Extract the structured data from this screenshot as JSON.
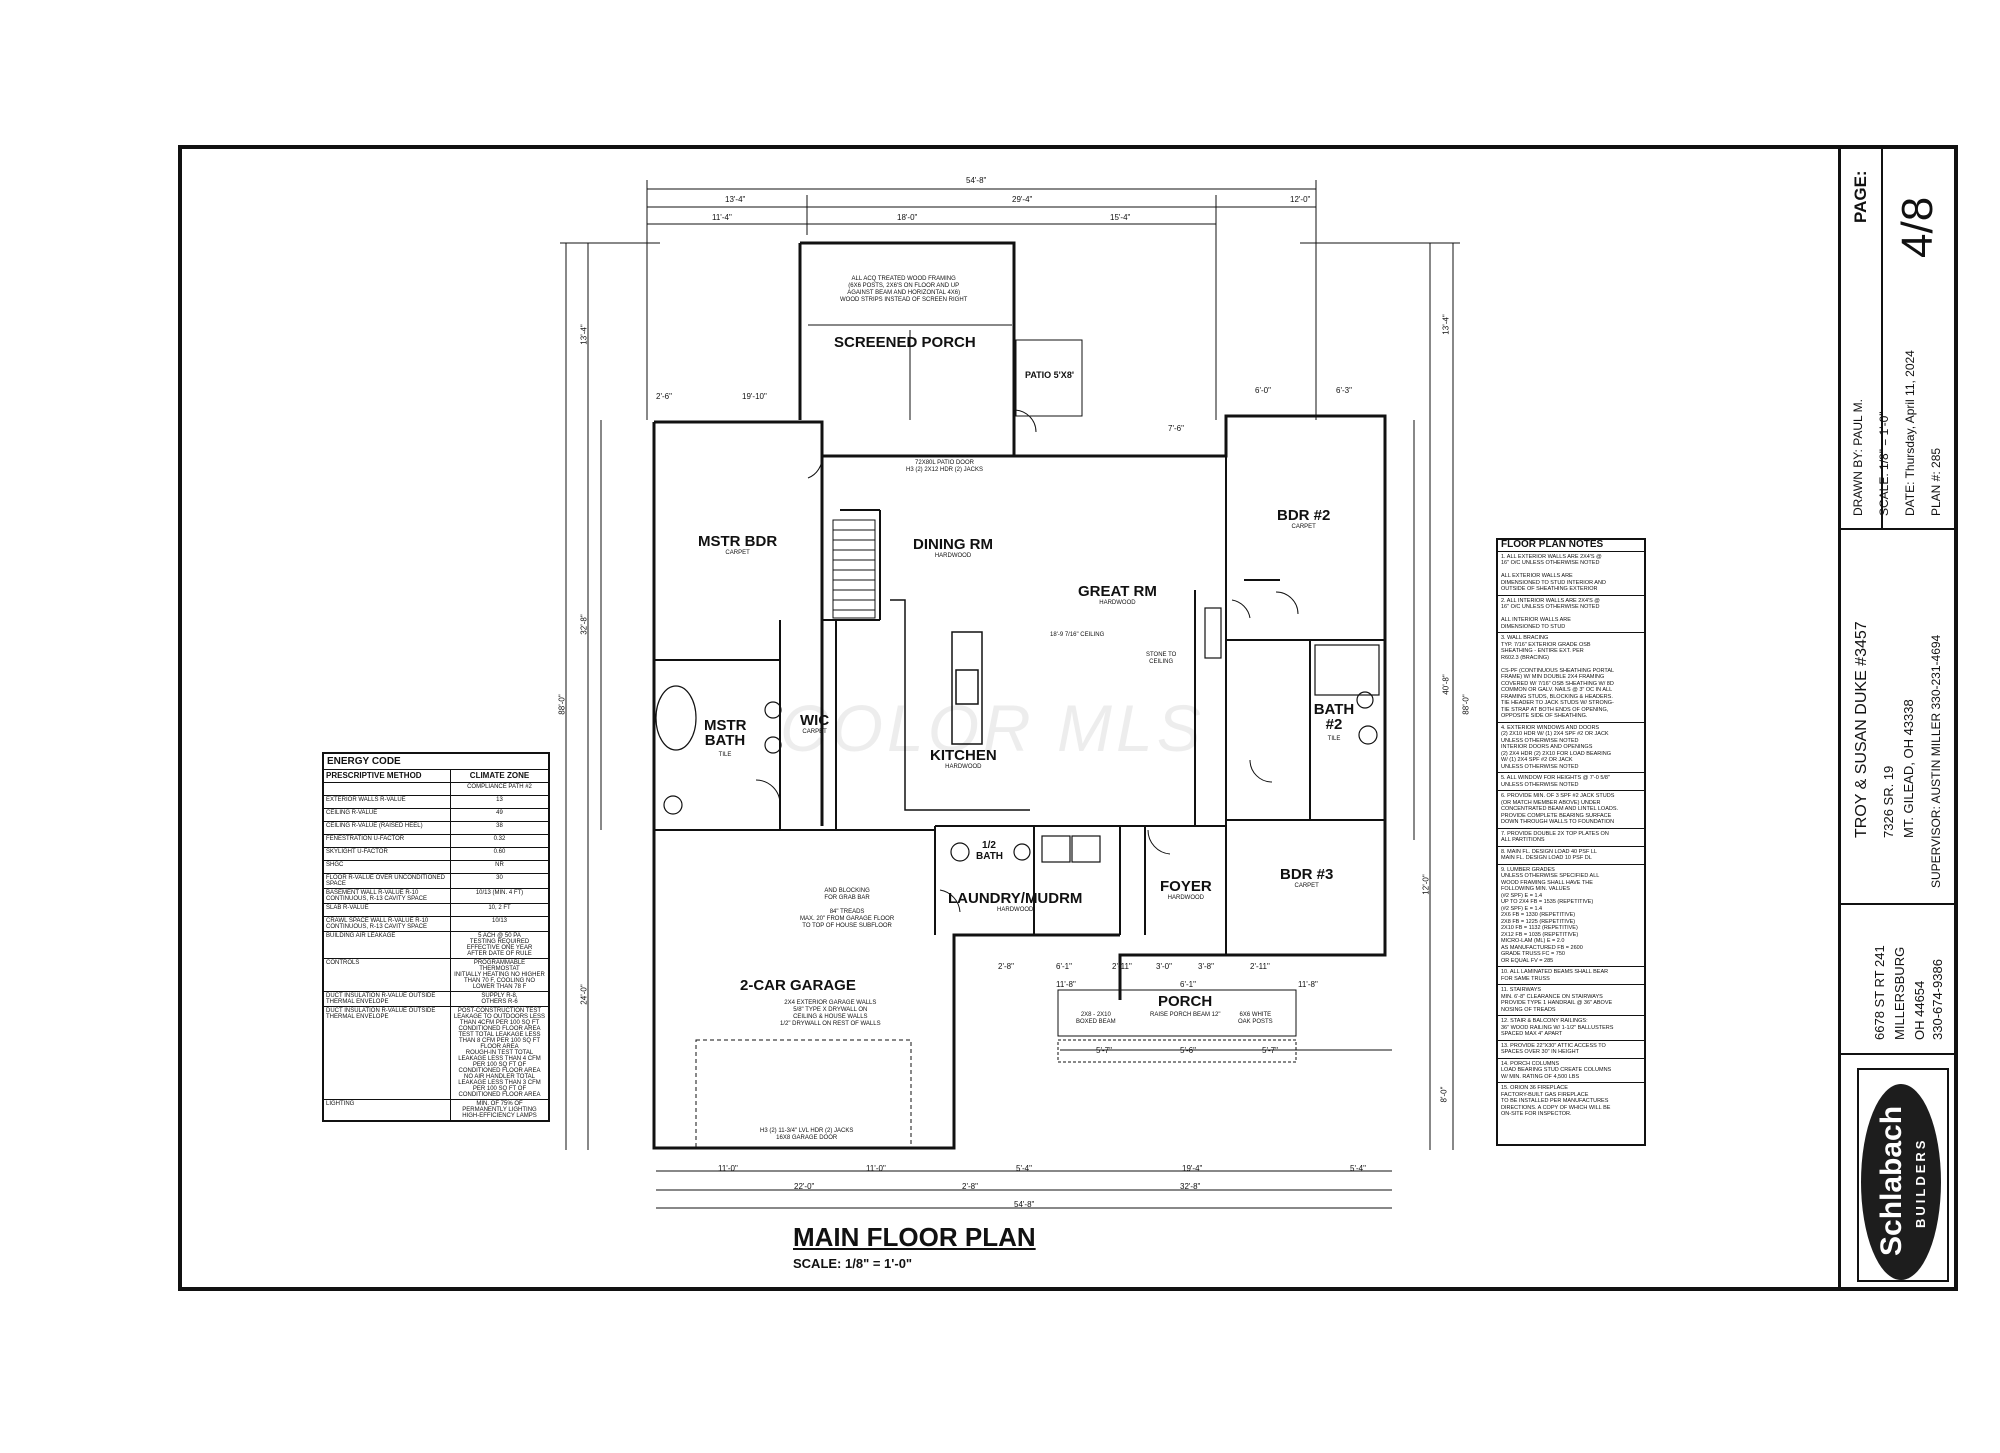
{
  "page": {
    "label": "PAGE:",
    "number": "4/8"
  },
  "drawn_by": "DRAWN BY: PAUL M.",
  "scale": "SCALE: 1/8\" = 1'-0\"",
  "date": "DATE: Thursday, April 11, 2024",
  "plan_no": "PLAN #: 285",
  "client": {
    "name": "TROY & SUSAN DUKE #3457",
    "address1": "7326 SR. 19",
    "address2": "MT. GILEAD, OH 43338",
    "supervisor": "SUPERVISOR: AUSTIN MILLER 330-231-4694"
  },
  "builder": {
    "addr1": "6678 ST RT 241",
    "addr2": "MILLERSBURG",
    "addr3": "OH 44654",
    "phone": "330-674-9386",
    "logo_main": "Schlabach",
    "logo_sub": "BUILDERS"
  },
  "title": "MAIN FLOOR PLAN",
  "title_scale": "SCALE: 1/8\" = 1'-0\"",
  "watermark": "COLOR MLS",
  "rooms": {
    "screened_porch": "SCREENED PORCH",
    "patio": "PATIO 5'X8'",
    "mstr_bdr": "MSTR BDR",
    "mstr_bdr_floor": "CARPET",
    "dining": "DINING RM",
    "dining_floor": "HARDWOOD",
    "great": "GREAT RM",
    "great_floor": "HARDWOOD",
    "bdr2": "BDR #2",
    "bdr2_floor": "CARPET",
    "mstr_bath": "MSTR BATH",
    "mstr_bath_floor": "TILE",
    "wic": "WIC",
    "wic_floor": "CARPET",
    "kitchen": "KITCHEN",
    "kitchen_floor": "HARDWOOD",
    "bath2": "BATH #2",
    "bath2_floor": "TILE",
    "half_bath": "1/2 BATH",
    "laundry": "LAUNDRY/MUDRM",
    "laundry_floor": "HARDWOOD",
    "foyer": "FOYER",
    "foyer_floor": "HARDWOOD",
    "bdr3": "BDR #3",
    "bdr3_floor": "CARPET",
    "garage": "2-CAR GARAGE",
    "porch": "PORCH"
  },
  "dims": {
    "overall_top": "54'-8\"",
    "top_a": "13'-4\"",
    "top_b": "29'-4\"",
    "top_c": "12'-0\"",
    "top_d": "11'-4\"",
    "top_e": "18'-0\"",
    "top_f": "15'-4\"",
    "left_1": "13'-4\"",
    "left_2": "32'-8\"",
    "left_3": "88'-0\"",
    "left_4": "24'-0\"",
    "right_1": "13'-4\"",
    "right_2": "40'-8\"",
    "right_3": "88'-0\"",
    "right_4": "12'-0\"",
    "right_5": "8'-0\"",
    "bot_1": "11'-0\"",
    "bot_2": "11'-0\"",
    "bot_3": "22'-0\"",
    "bot_4": "5'-4\"",
    "bot_5": "19'-4\"",
    "bot_6": "5'-4\"",
    "bot_7": "32'-8\"",
    "bot_8": "54'-8\"",
    "bot_9": "2'-8\"",
    "porch_1": "5'-7\"",
    "porch_2": "5'-6\"",
    "porch_3": "5'-7\"",
    "mid_1": "19'-10\"",
    "mid_2": "2'-6\"",
    "mid_3": "6'-0\"",
    "mid_4": "6'-3\"",
    "mid_5": "7'-6\"",
    "fr_1": "2'-8\"",
    "fr_2": "6'-1\"",
    "fr_3": "2'-11\"",
    "fr_4": "3'-0\"",
    "fr_5": "3'-8\"",
    "fr_6": "2'-11\"",
    "fr_7": "11'-8\"",
    "fr_8": "6'-1\"",
    "fr_9": "11'-8\""
  },
  "notes": {
    "screened": "ALL ACQ TREATED WOOD FRAMING\n(6X6 POSTS, 2X6'S ON FLOOR AND UP\nAGAINST BEAM AND HORIZONTAL 4X6)\nWOOD STRIPS INSTEAD OF SCREEN RIGHT",
    "ceiling": "18'-9 7/16\" CEILING",
    "stone": "STONE TO\nCEILING",
    "patio_door": "72X80L PATIO DOOR\nH3 (2) 2X12 HDR (2) JACKS",
    "garage_wall": "2X4 EXTERIOR GARAGE WALLS\n5/8\" TYPE X DRYWALL ON\nCEILING & HOUSE WALLS\n1/2\" DRYWALL ON REST OF WALLS",
    "garage_door": "H3 (2) 11-3/4\" LVL HDR (2) JACKS\n16X8 GARAGE DOOR",
    "treads": "AND BLOCKING\nFOR GRAB BAR\n\n84\" TREADS\nMAX. 20\" FROM GARAGE FLOOR\nTO TOP OF HOUSE SUBFLOOR",
    "porch_beam": "RAISE PORCH BEAM 12\"",
    "porch_posts": "6X6 WHITE\nOAK POSTS",
    "porch_boxed": "2X8 - 2X10\nBOXED BEAM"
  },
  "energy": {
    "title": "ENERGY CODE",
    "head": [
      "PRESCRIPTIVE METHOD",
      "CLIMATE ZONE"
    ],
    "rows": [
      [
        "",
        "COMPLIANCE PATH #2"
      ],
      [
        "EXTERIOR WALLS R-VALUE",
        "13"
      ],
      [
        "CEILING R-VALUE",
        "49"
      ],
      [
        "CEILING R-VALUE (RAISED HEEL)",
        "38"
      ],
      [
        "FENESTRATION U-FACTOR",
        "0.32"
      ],
      [
        "SKYLIGHT U-FACTOR",
        "0.60"
      ],
      [
        "SHGC",
        "NR"
      ],
      [
        "FLOOR R-VALUE OVER UNCONDITIONED SPACE",
        "30"
      ],
      [
        "BASEMENT WALL R-VALUE R-10 CONTINUOUS, R-13 CAVITY SPACE",
        "10/13 (MIN. 4 FT)"
      ],
      [
        "SLAB R-VALUE",
        "10, 2 FT"
      ],
      [
        "CRAWL SPACE WALL R-VALUE R-10 CONTINUOUS, R-13 CAVITY SPACE",
        "10/13"
      ],
      [
        "BUILDING AIR LEAKAGE",
        "5 ACH @ 50 PA\nTESTING REQUIRED\nEFFECTIVE ONE YEAR\nAFTER DATE OF RULE"
      ],
      [
        "CONTROLS",
        "PROGRAMMABLE THERMOSTAT\nINITIALLY HEATING NO HIGHER\nTHAN 70 F, COOLING NO\nLOWER THAN 78 F"
      ],
      [
        "DUCT INSULATION R-VALUE OUTSIDE THERMAL ENVELOPE",
        "SUPPLY R-8,\nOTHERS R-6"
      ],
      [
        "DUCT INSULATION R-VALUE OUTSIDE THERMAL ENVELOPE",
        "POST-CONSTRUCTION TEST\nLEAKAGE TO OUTDOORS LESS\nTHAN 4CFM PER 100 SQ FT\nCONDITIONED FLOOR AREA\nTEST TOTAL LEAKAGE LESS\nTHAN 8 CFM PER 100 SQ FT\nFLOOR AREA\nROUGH-IN TEST TOTAL\nLEAKAGE LESS THAN 4 CFM\nPER 100 SQ FT OF\nCONDITIONED FLOOR AREA\nNO AIR HANDLER TOTAL\nLEAKAGE LESS THAN 3 CFM\nPER 100 SQ FT OF\nCONDITIONED FLOOR AREA"
      ],
      [
        "LIGHTING",
        "MIN. OF 75% OF\nPERMANENTLY LIGHTING\nHIGH-EFFICIENCY LAMPS"
      ]
    ]
  },
  "floor_notes": {
    "title": "FLOOR PLAN NOTES",
    "items": [
      "1. ALL EXTERIOR WALLS ARE 2X4'S @\n16\" O/C UNLESS OTHERWISE NOTED\n\nALL EXTERIOR WALLS ARE\nDIMENSIONED TO STUD INTERIOR AND\nOUTSIDE OF SHEATHING EXTERIOR",
      "2. ALL INTERIOR WALLS ARE 2X4'S @\n16\" O/C UNLESS OTHERWISE NOTED\n\nALL INTERIOR WALLS ARE\nDIMENSIONED TO STUD",
      "3. WALL BRACING\nTYP. 7/16\" EXTERIOR GRADE OSB\nSHEATHING - ENTIRE EXT. PER\nR602.3 (BRACING)\n\nCS-PF (CONTINUOUS SHEATHING PORTAL\nFRAME) W/ MIN DOUBLE 2X4 FRAMING\nCOVERED W/ 7/16\" OSB SHEATHING W/ 8D\nCOMMON OR GALV. NAILS @ 3\" OC IN ALL\nFRAMING STUDS, BLOCKING & HEADERS.\nTIE HEADER TO JACK STUDS W/ STRONG-\nTIE STRAP AT BOTH ENDS OF OPENING,\nOPPOSITE SIDE OF SHEATHING.",
      "4. EXTERIOR WINDOWS AND DOORS\n(2) 2X10 HDR W/ (1) 2X4 SPF #2 OR JACK\nUNLESS OTHERWISE NOTED\nINTERIOR DOORS AND OPENINGS\n(2) 2X4 HDR (2) 2X10 FOR LOAD BEARING\nW/ (1) 2X4 SPF #2 OR JACK\nUNLESS OTHERWISE NOTED",
      "5. ALL WINDOW FOR HEIGHTS @ 7'-0 5/8\"\nUNLESS OTHERWISE NOTED",
      "6. PROVIDE MIN. OF 3 SPF #2 JACK STUDS\n(OR MATCH MEMBER ABOVE) UNDER\nCONCENTRATED BEAM AND LINTEL LOADS.\nPROVIDE COMPLETE BEARING SURFACE\nDOWN THROUGH WALLS TO FOUNDATION",
      "7. PROVIDE DOUBLE 2X TOP PLATES ON\nALL PARTITIONS",
      "8. MAIN FL. DESIGN LOAD 40 PSF LL\nMAIN FL. DESIGN LOAD 10 PSF DL",
      "9. LUMBER GRADES\nUNLESS OTHERWISE SPECIFIED ALL\nWOOD FRAMING SHALL HAVE THE\nFOLLOWING MIN. VALUES\n(#2 SPF)    E = 1.4\nUP TO 2X4   FB = 1535 (REPETITIVE)\n(#2 SPF)    E = 1.4\n2X6         FB = 1330 (REPETITIVE)\n2X8         FB = 1225 (REPETITIVE)\n2X10        FB = 1132 (REPETITIVE)\n2X12        FB = 1035 (REPETITIVE)\nMICRO-LAM (ML)  E = 2.0\nAS MANUFACTURED  FB = 2600\nGRADE TRUSS     FC = 750\nOR EQUAL        FV = 285",
      "10. ALL LAMINATED BEAMS SHALL BEAR\nFOR SAME TRUSS",
      "11. STAIRWAYS\nMIN. 6'-8\" CLEARANCE ON STAIRWAYS\nPROVIDE TYPE 1 HANDRAIL @ 36\" ABOVE\nNOSING OF TREADS",
      "12. STAIR & BALCONY RAILINGS:\n36\" WOOD RAILING W/ 1-1/2\" BALLUSTERS\nSPACED MAX 4\" APART",
      "13. PROVIDE 22\"X30\" ATTIC ACCESS TO\nSPACES OVER 30\" IN HEIGHT",
      "14. PORCH COLUMNS\nLOAD BEARING STUD CREATE COLUMNS\nW/ MIN. RATING OF 4,500 LBS",
      "15. ORION 36 FIREPLACE\nFACTORY-BUILT GAS FIREPLACE\nTO BE INSTALLED PER MANUFACTURES\nDIRECTIONS. A COPY OF WHICH WILL BE\nON-SITE FOR INSPECTOR."
    ]
  }
}
